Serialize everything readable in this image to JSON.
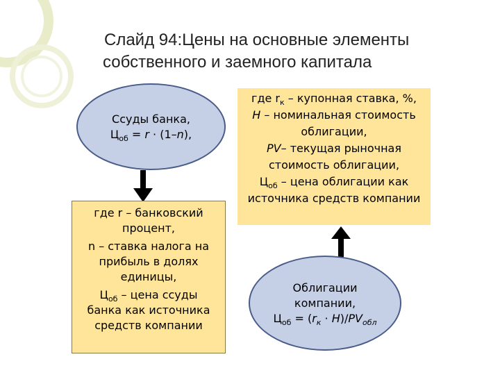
{
  "title": {
    "line1": "Слайд 94:Цены на основные элементы",
    "line2": "собственного и заемного капитала"
  },
  "bank_loan": {
    "ellipse_line1": "Ссуды банка,",
    "formula": "Цоб = r · (1–n),",
    "box_lines": [
      "где r – банковский",
      "процент,",
      "n – ставка налога на",
      "прибыль в долях",
      "единицы,",
      "Цоб – цена ссуды",
      "банка как источника",
      "средств компании"
    ]
  },
  "bonds": {
    "box_lines": [
      "где rк – купонная ставка, %,",
      "Н – номинальная стоимость",
      "облигации,",
      "PV– текущая рыночная",
      "стоимость облигации,",
      "Цоб – цена облигации как",
      "источника средств компании"
    ],
    "ellipse_lines": [
      "Облигации",
      "компании,",
      "Цоб = (rк · Н)/PVобл"
    ]
  }
}
